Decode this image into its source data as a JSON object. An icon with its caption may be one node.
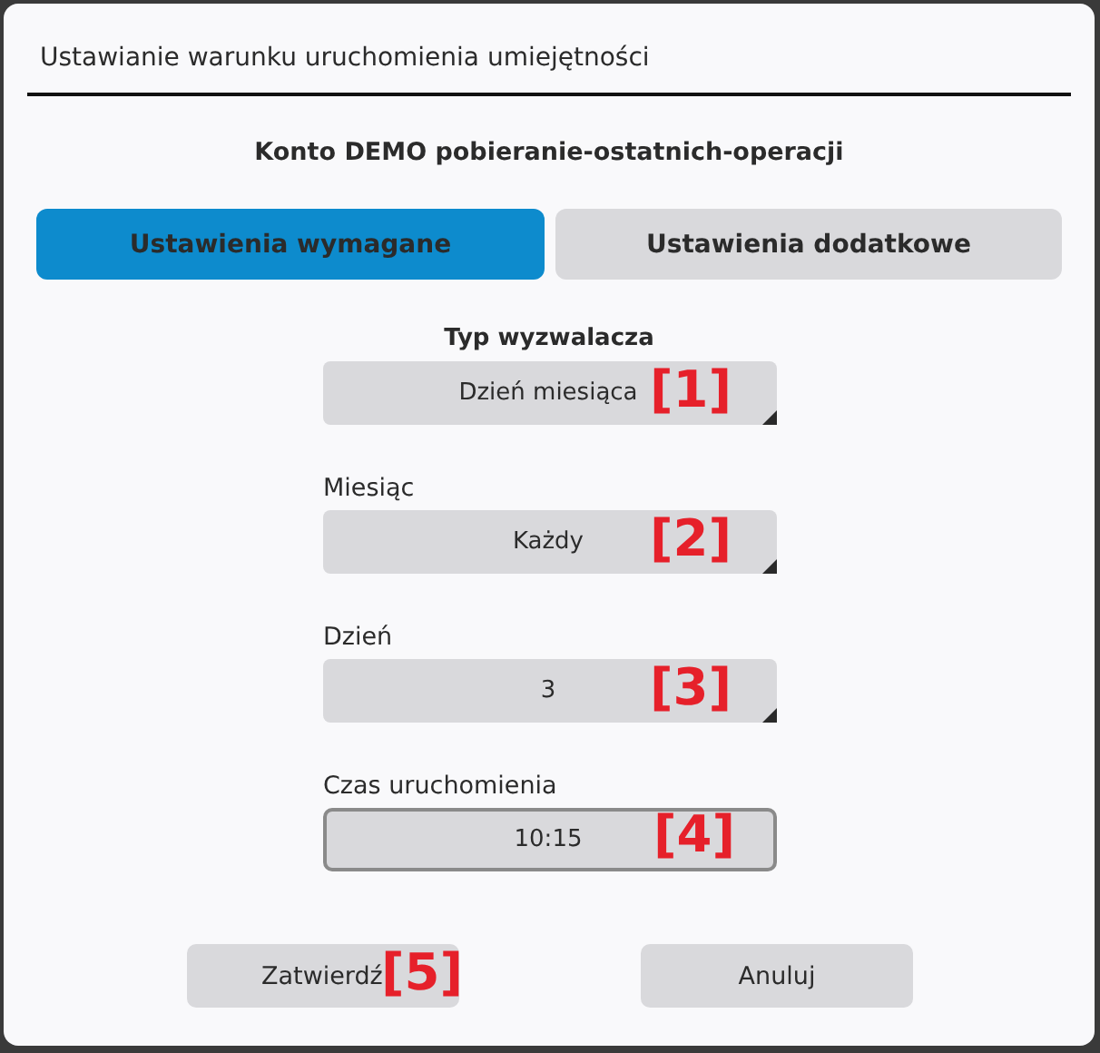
{
  "diagram": {
    "title": "Ustawianie warunku uruchomienia umiejętności",
    "labels": [
      "Konto DEMO pobieranie-ostatnich-operacji",
      "Ustawienia wymagane",
      "Ustawienia dodatkowe",
      "Typ wyzwalacza",
      "Dzień miesiąca",
      "[1]",
      "Miesiąc",
      "Każdy",
      "[2]",
      "Dzień",
      "3",
      "[3]",
      "Czas uruchomienia",
      "10:15",
      "[4]",
      "Zatwierdź",
      "[5]",
      "Anuluj"
    ]
  }
}
